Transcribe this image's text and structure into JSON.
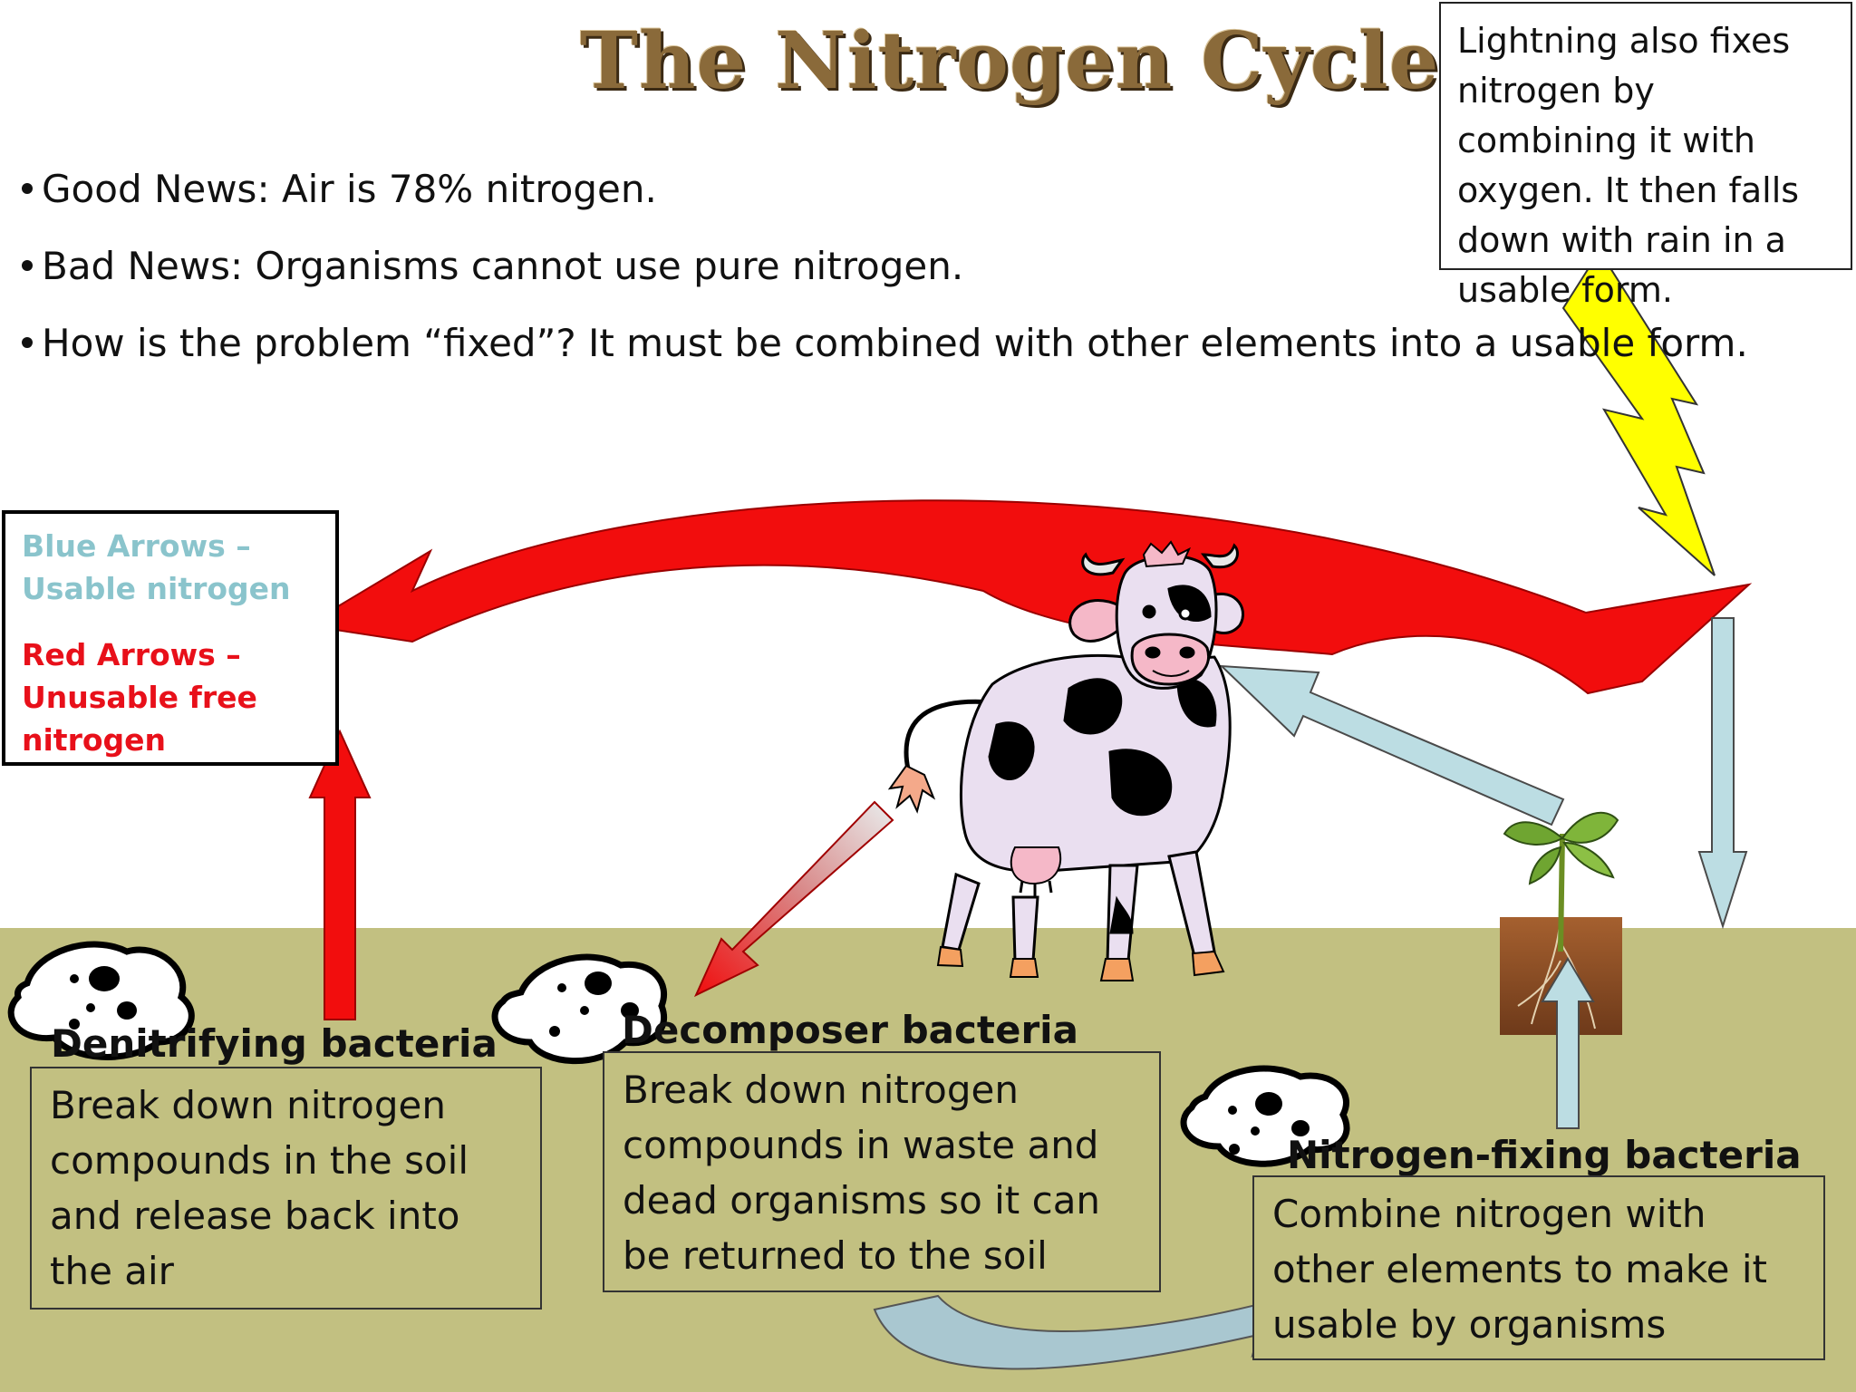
{
  "title": "The Nitrogen Cycle",
  "bullets": [
    "Good News: Air is 78% nitrogen.",
    "Bad News: Organisms cannot use pure nitrogen.",
    "How is the problem “fixed”?   It must be combined with other elements into a usable form."
  ],
  "lightning_note": "Lightning also fixes nitrogen by combining it with oxygen. It then falls down with rain in a usable form.",
  "legend": {
    "blue": "Blue Arrows – Usable nitrogen",
    "red": "Red Arrows – Unusable free nitrogen"
  },
  "bacteria": {
    "denitrifying": {
      "heading": "Denitrifying  bacteria",
      "text": "Break down nitrogen compounds in the soil and release back into the air"
    },
    "decomposer": {
      "heading": "Decomposer bacteria",
      "text": "Break down nitrogen compounds in waste and dead organisms so it can be returned to the soil"
    },
    "fixing": {
      "heading": "Nitrogen-fixing bacteria",
      "text": "Combine nitrogen with other elements to make it usable by organisms"
    }
  },
  "colors": {
    "soil": "#c2c081",
    "red_arrow": "#f20d0d",
    "blue_arrow": "#bcdde3",
    "lightning": "#ffff00"
  },
  "icons": [
    "lightning-bolt-icon",
    "cow-icon",
    "plant-seedling-icon",
    "bacteria-blob-icon"
  ]
}
